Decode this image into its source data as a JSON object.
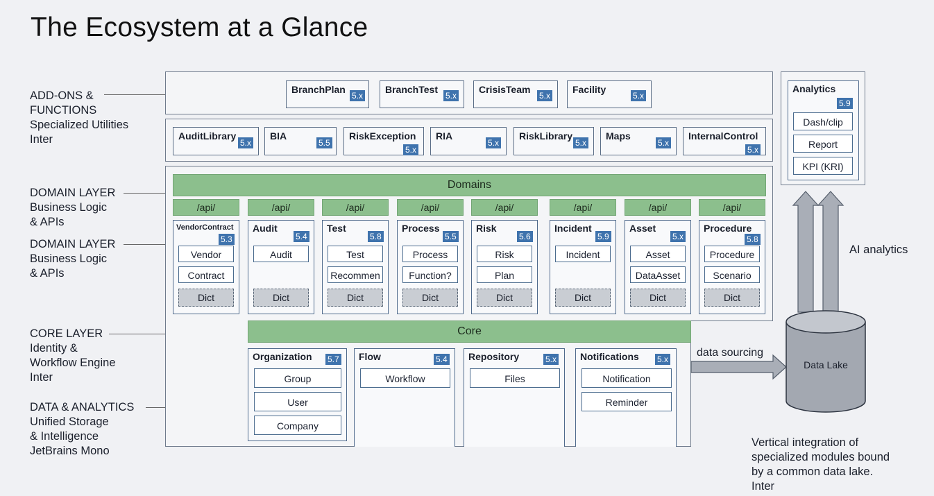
{
  "title": "The Ecosystem at a Glance",
  "side_labels": [
    {
      "lines": [
        "ADD-ONS &",
        "FUNCTIONS",
        "Specialized Utilities",
        "Inter"
      ]
    },
    {
      "lines": [
        "DOMAIN LAYER",
        "Business Logic",
        "& APIs"
      ]
    },
    {
      "lines": [
        "DOMAIN LAYER",
        "Business Logic",
        "& APIs"
      ]
    },
    {
      "lines": [
        "CORE LAYER",
        "Identity &",
        "Workflow Engine",
        "Inter"
      ]
    },
    {
      "lines": [
        "DATA & ANALYTICS",
        "Unified Storage",
        "& Intelligence",
        "JetBrains Mono"
      ]
    }
  ],
  "addons_row1": [
    {
      "name": "BranchPlan",
      "ver": "5.x"
    },
    {
      "name": "BranchTest",
      "ver": "5.x"
    },
    {
      "name": "CrisisTeam",
      "ver": "5.x"
    },
    {
      "name": "Facility",
      "ver": "5.x"
    }
  ],
  "addons_row2": [
    {
      "name": "AuditLibrary",
      "ver": "5.x"
    },
    {
      "name": "BIA",
      "ver": "5.5"
    },
    {
      "name": "RiskException",
      "ver": "5.x"
    },
    {
      "name": "RIA",
      "ver": "5.x"
    },
    {
      "name": "RiskLibrary",
      "ver": "5.x"
    },
    {
      "name": "Maps",
      "ver": "5.x"
    },
    {
      "name": "InternalControl",
      "ver": "5.x"
    }
  ],
  "domains_label": "Domains",
  "api_label": "/api/",
  "domain_cols": [
    {
      "name": "VendorContract",
      "ver": "5.3",
      "items": [
        "Vendor",
        "Contract"
      ],
      "dict": "Dict"
    },
    {
      "name": "Audit",
      "ver": "5.4",
      "items": [
        "Audit"
      ],
      "dict": "Dict"
    },
    {
      "name": "Test",
      "ver": "5.8",
      "items": [
        "Test",
        "Recommen"
      ],
      "dict": "Dict"
    },
    {
      "name": "Process",
      "ver": "5.5",
      "items": [
        "Process",
        "Function?"
      ],
      "dict": "Dict"
    },
    {
      "name": "Risk",
      "ver": "5.6",
      "items": [
        "Risk",
        "Plan"
      ],
      "dict": "Dict"
    },
    {
      "name": "Incident",
      "ver": "5.9",
      "items": [
        "Incident"
      ],
      "dict": "Dict"
    },
    {
      "name": "Asset",
      "ver": "5.x",
      "items": [
        "Asset",
        "DataAsset"
      ],
      "dict": "Dict"
    },
    {
      "name": "Procedure",
      "ver": "5.8",
      "items": [
        "Procedure",
        "Scenario"
      ],
      "dict": "Dict"
    }
  ],
  "core_label": "Core",
  "core_cols": [
    {
      "name": "Organization",
      "ver": "5.7",
      "items": [
        "Group",
        "User",
        "Company"
      ]
    },
    {
      "name": "Flow",
      "ver": "5.4",
      "items": [
        "Workflow"
      ]
    },
    {
      "name": "Repository",
      "ver": "5.x",
      "items": [
        "Files"
      ]
    },
    {
      "name": "Notifications",
      "ver": "5.x",
      "items": [
        "Notification",
        "Reminder"
      ]
    }
  ],
  "analytics": {
    "name": "Analytics",
    "ver": "5.9",
    "items": [
      "Dash/clip",
      "Report",
      "KPI (KRI)"
    ]
  },
  "ai_label": "AI analytics",
  "data_sourcing_label": "data sourcing",
  "data_lake_label": "Data Lake",
  "caption_lines": [
    "Vertical integration of",
    "specialized modules bound",
    "by a common data lake.",
    "Inter"
  ],
  "colors": {
    "version_badge": "#3f73ad",
    "green_bar": "#8cbf8d",
    "dict_fill": "#c9cdd3",
    "cylinder": "#a3a8b1"
  }
}
